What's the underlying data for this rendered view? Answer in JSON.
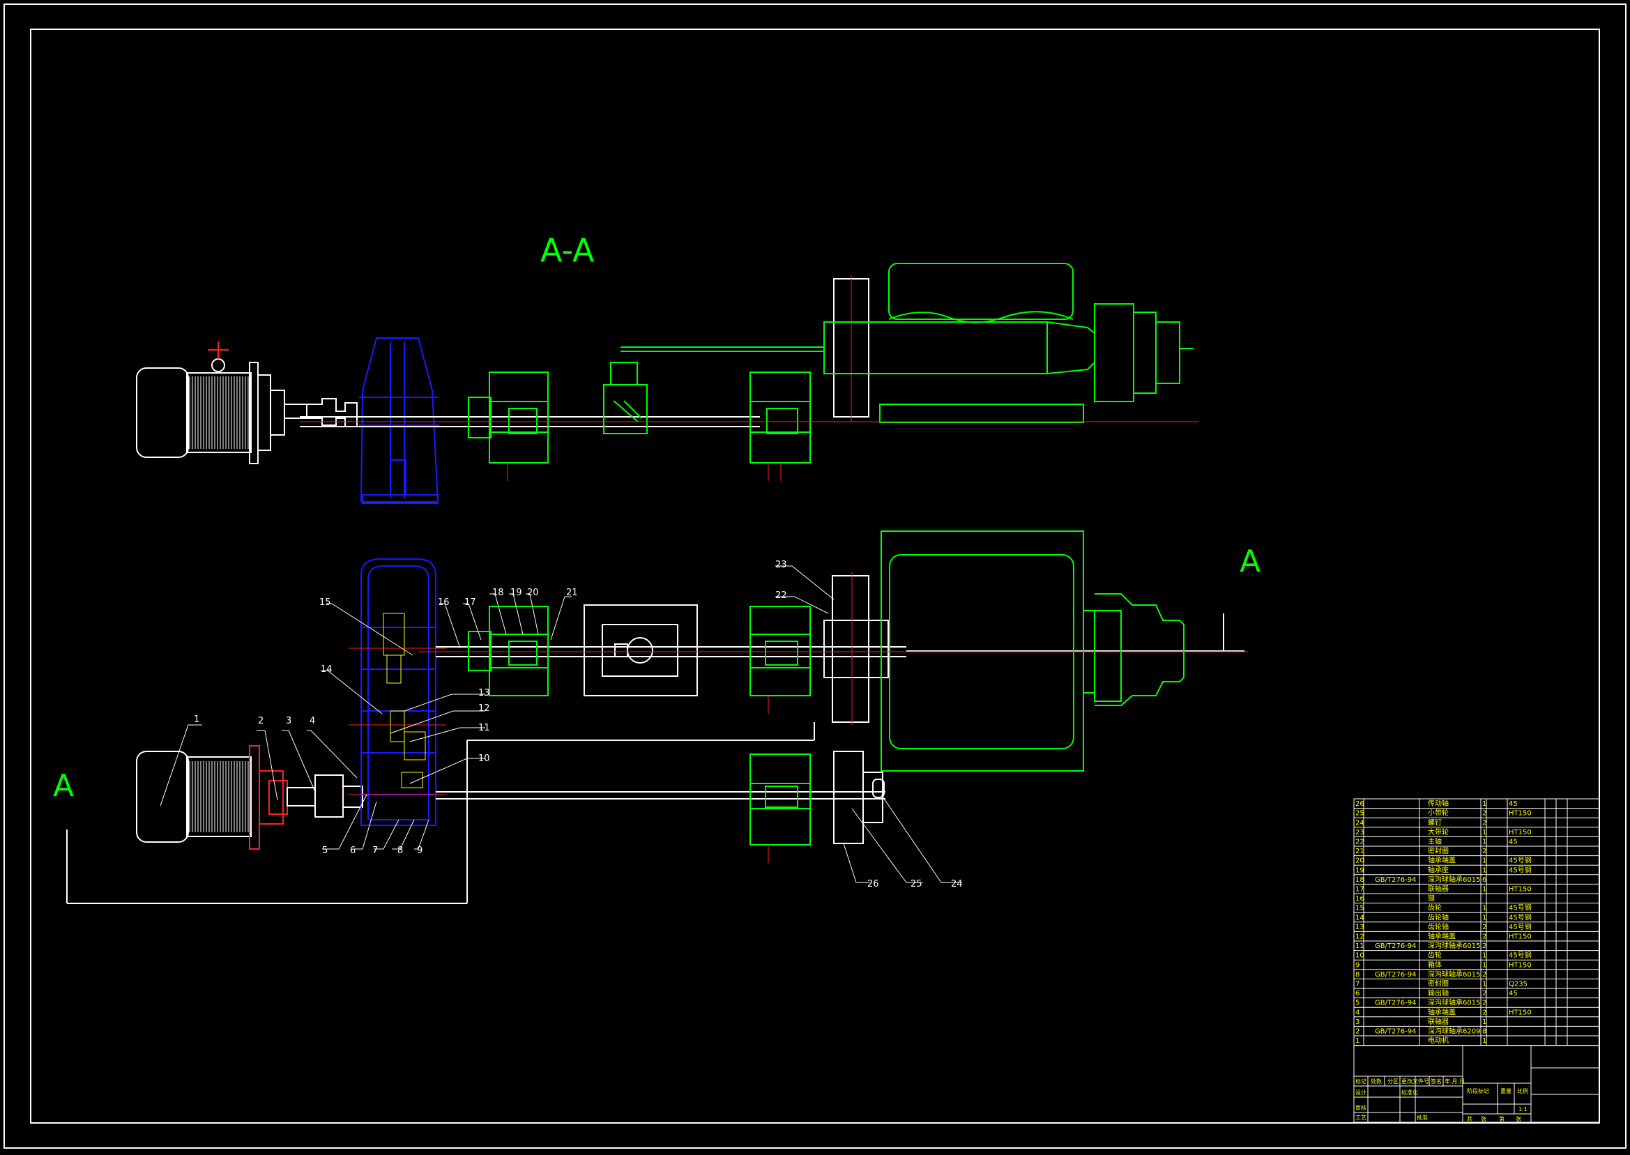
{
  "colors": {
    "background": "#000000",
    "frame": "#ffffff",
    "green": "#00ff00",
    "blue": "#1a1aff",
    "red": "#ff2020",
    "cyan": "#00ffff",
    "yellow": "#ffff00",
    "white": "#ffffff"
  },
  "view_labels": {
    "section_view": "A-A",
    "arrow_a_left": "A",
    "arrow_a_right": "A"
  },
  "callouts": [
    "1",
    "2",
    "3",
    "4",
    "5",
    "6",
    "7",
    "8",
    "9",
    "10",
    "11",
    "12",
    "13",
    "14",
    "15",
    "16",
    "17",
    "18",
    "19",
    "20",
    "21",
    "22",
    "23",
    "24",
    "25",
    "26"
  ],
  "parts_list": {
    "rows": [
      {
        "no": "26",
        "std": "",
        "name": "传动轴",
        "qty": "1",
        "material": "45"
      },
      {
        "no": "25",
        "std": "",
        "name": "小带轮",
        "qty": "2",
        "material": "HT150"
      },
      {
        "no": "24",
        "std": "",
        "name": "螺钉",
        "qty": "2",
        "material": ""
      },
      {
        "no": "23",
        "std": "",
        "name": "大带轮",
        "qty": "1",
        "material": "HT150"
      },
      {
        "no": "22",
        "std": "",
        "name": "主轴",
        "qty": "1",
        "material": "45"
      },
      {
        "no": "21",
        "std": "",
        "name": "密封圈",
        "qty": "2",
        "material": ""
      },
      {
        "no": "20",
        "std": "",
        "name": "轴承端盖",
        "qty": "1",
        "material": "45号钢"
      },
      {
        "no": "19",
        "std": "",
        "name": "轴承座",
        "qty": "1",
        "material": "45号钢"
      },
      {
        "no": "18",
        "std": "GB/T276-94",
        "name": "深沟球轴承6015",
        "qty": "6",
        "material": ""
      },
      {
        "no": "17",
        "std": "",
        "name": "联轴器",
        "qty": "1",
        "material": "HT150"
      },
      {
        "no": "16",
        "std": "",
        "name": "键",
        "qty": "",
        "material": ""
      },
      {
        "no": "15",
        "std": "",
        "name": "齿轮",
        "qty": "1",
        "material": "45号钢"
      },
      {
        "no": "14",
        "std": "",
        "name": "齿轮轴",
        "qty": "1",
        "material": "45号钢"
      },
      {
        "no": "13",
        "std": "",
        "name": "齿轮轴",
        "qty": "2",
        "material": "45号钢"
      },
      {
        "no": "12",
        "std": "",
        "name": "轴承端盖",
        "qty": "2",
        "material": "HT150"
      },
      {
        "no": "11",
        "std": "GB/T276-94",
        "name": "深沟球轴承6015",
        "qty": "2",
        "material": ""
      },
      {
        "no": "10",
        "std": "",
        "name": "齿轮",
        "qty": "1",
        "material": "45号钢"
      },
      {
        "no": "9",
        "std": "",
        "name": "箱体",
        "qty": "1",
        "material": "HT150"
      },
      {
        "no": "8",
        "std": "GB/T276-94",
        "name": "深沟球轴承6015",
        "qty": "2",
        "material": ""
      },
      {
        "no": "7",
        "std": "",
        "name": "密封圈",
        "qty": "1",
        "material": "Q235"
      },
      {
        "no": "6",
        "std": "",
        "name": "输出轴",
        "qty": "2",
        "material": "45"
      },
      {
        "no": "5",
        "std": "GB/T276-94",
        "name": "深沟球轴承6015",
        "qty": "2",
        "material": ""
      },
      {
        "no": "4",
        "std": "",
        "name": "轴承端盖",
        "qty": "2",
        "material": "HT150"
      },
      {
        "no": "3",
        "std": "",
        "name": "联轴器",
        "qty": "1",
        "material": ""
      },
      {
        "no": "2",
        "std": "GB/T276-94",
        "name": "深沟球轴承6209",
        "qty": "8",
        "material": ""
      },
      {
        "no": "1",
        "std": "",
        "name": "电动机",
        "qty": "1",
        "material": ""
      }
    ]
  },
  "title_block": {
    "row1": [
      "标记",
      "处数",
      "分区",
      "更改文件号",
      "签名",
      "年.月.日"
    ],
    "row2": [
      "设计",
      "",
      "标准化",
      ""
    ],
    "row3": [
      "审核",
      ""
    ],
    "row4": [
      "工艺",
      "",
      "批准",
      ""
    ],
    "stage_label": "阶段标记",
    "weight_label": "重量",
    "scale_label": "比例",
    "scale_value": "1:1",
    "sheet_labels": [
      "共",
      "张",
      "第",
      "张"
    ]
  }
}
